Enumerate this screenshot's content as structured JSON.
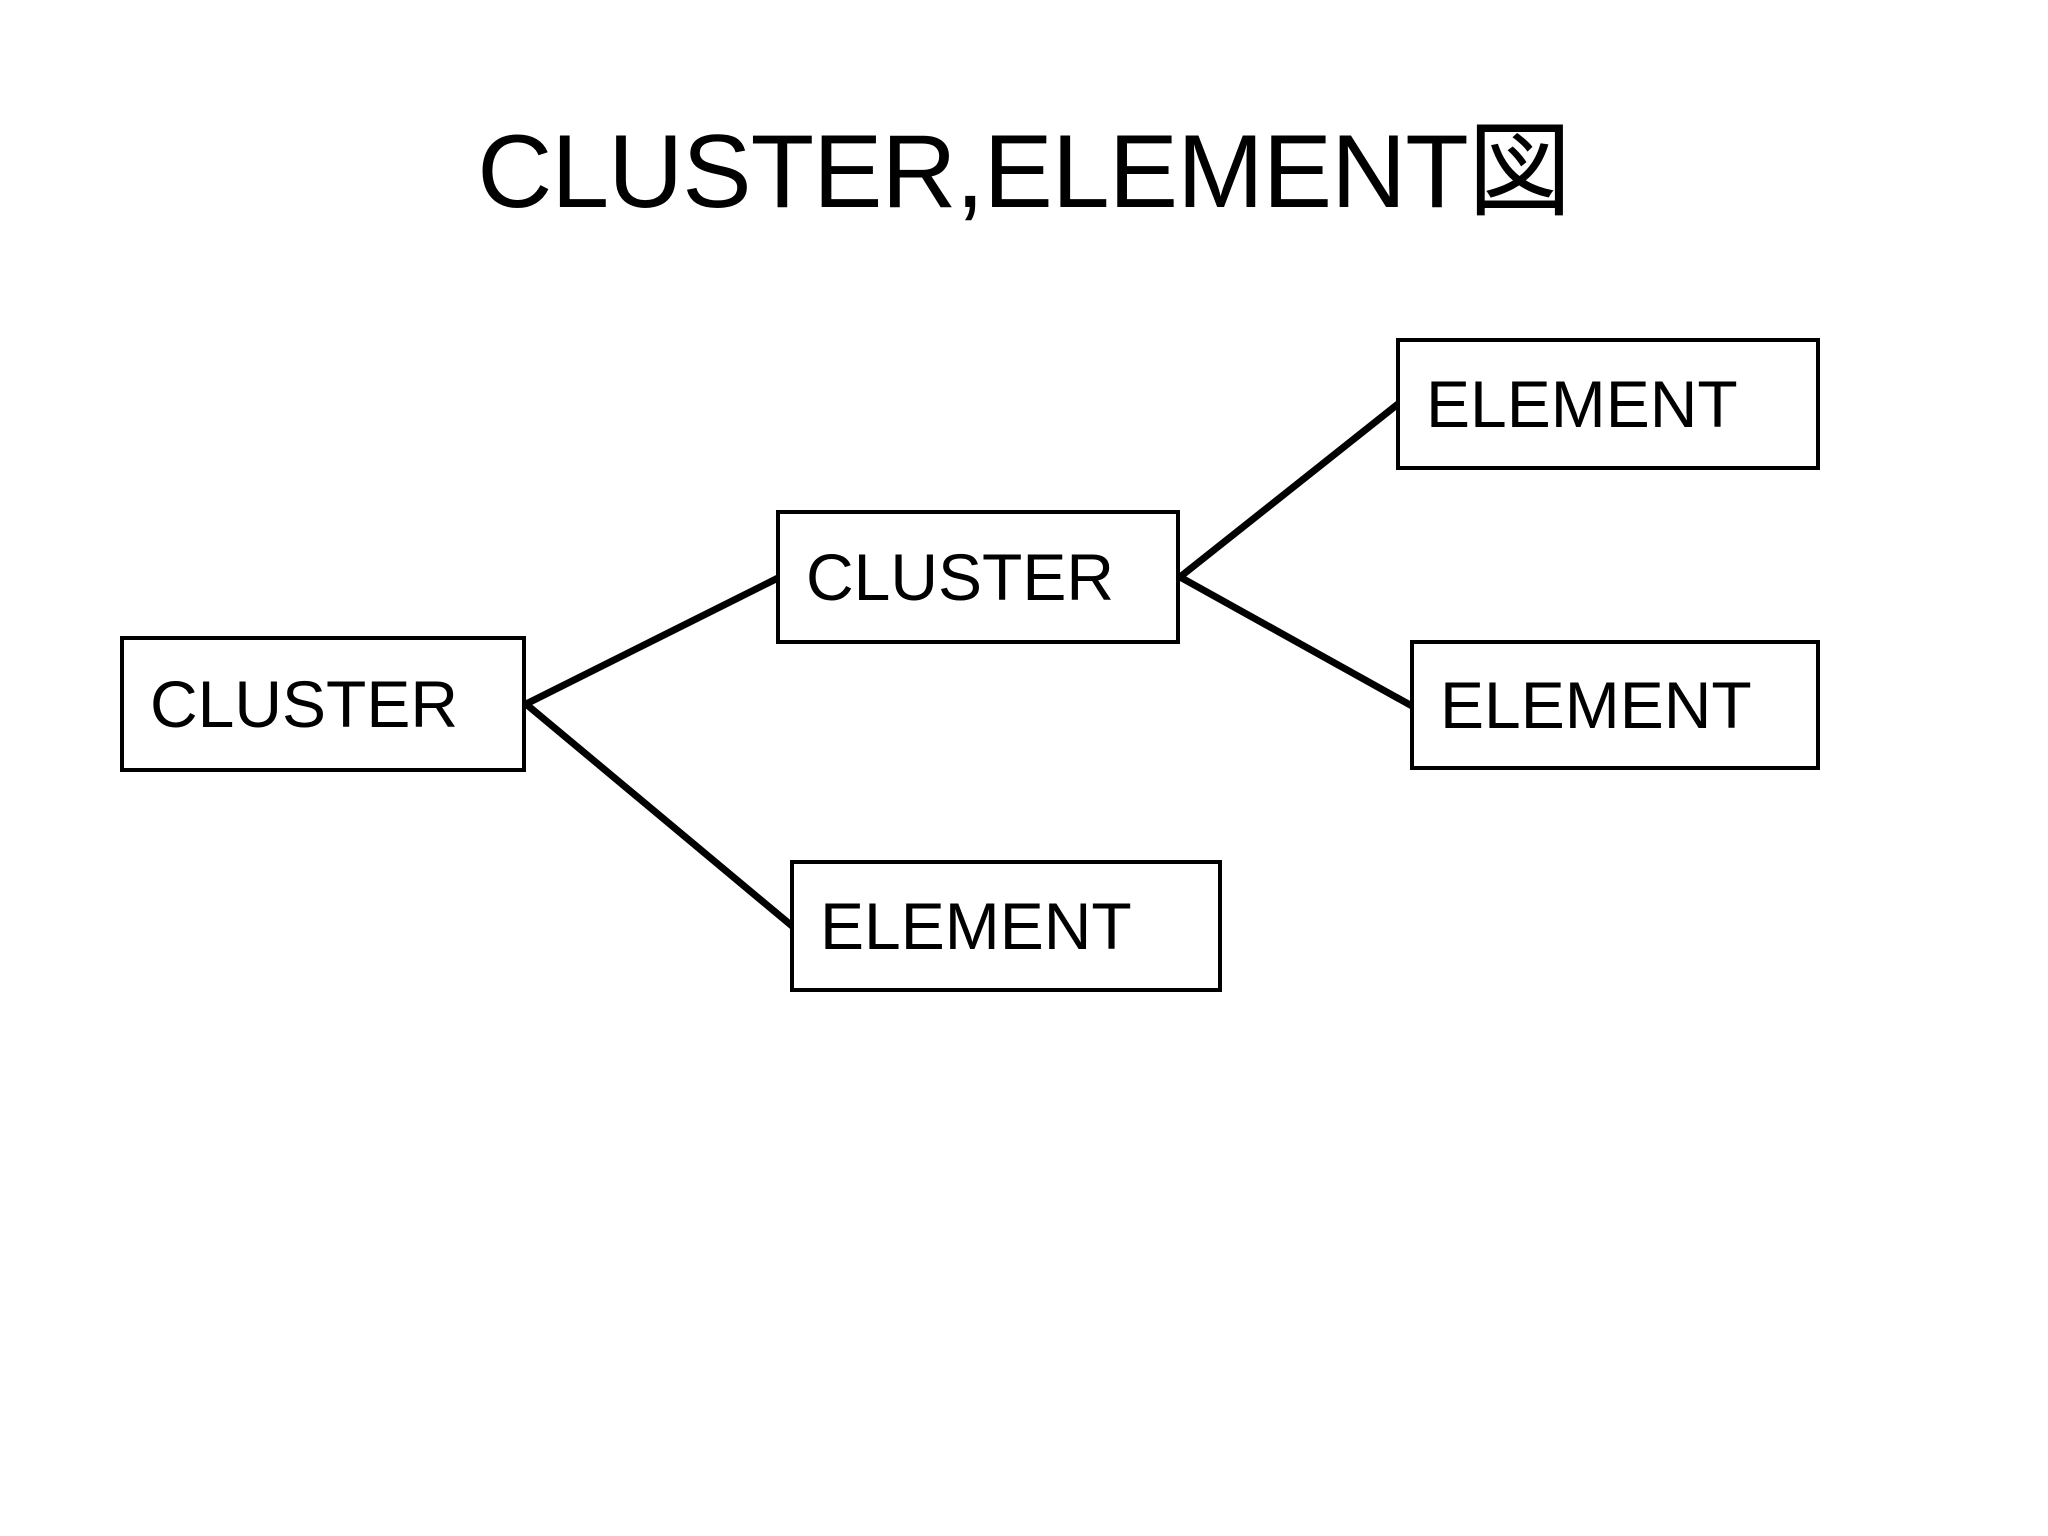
{
  "slide": {
    "title": "CLUSTER,ELEMENT図",
    "background_color": "#ffffff",
    "line_color": "#000000",
    "box_fill_color": "#ffffff",
    "text_color": "#000000"
  },
  "diagram": {
    "type": "tree",
    "orientation": "left-to-right",
    "nodes": [
      {
        "id": "root-cluster",
        "label": "CLUSTER"
      },
      {
        "id": "sub-cluster",
        "label": "CLUSTER"
      },
      {
        "id": "element-top",
        "label": "ELEMENT"
      },
      {
        "id": "element-mid",
        "label": "ELEMENT"
      },
      {
        "id": "element-bottom",
        "label": "ELEMENT"
      }
    ],
    "edges": [
      {
        "from": "root-cluster",
        "to": "sub-cluster"
      },
      {
        "from": "root-cluster",
        "to": "element-bottom"
      },
      {
        "from": "sub-cluster",
        "to": "element-top"
      },
      {
        "from": "sub-cluster",
        "to": "element-mid"
      }
    ]
  }
}
